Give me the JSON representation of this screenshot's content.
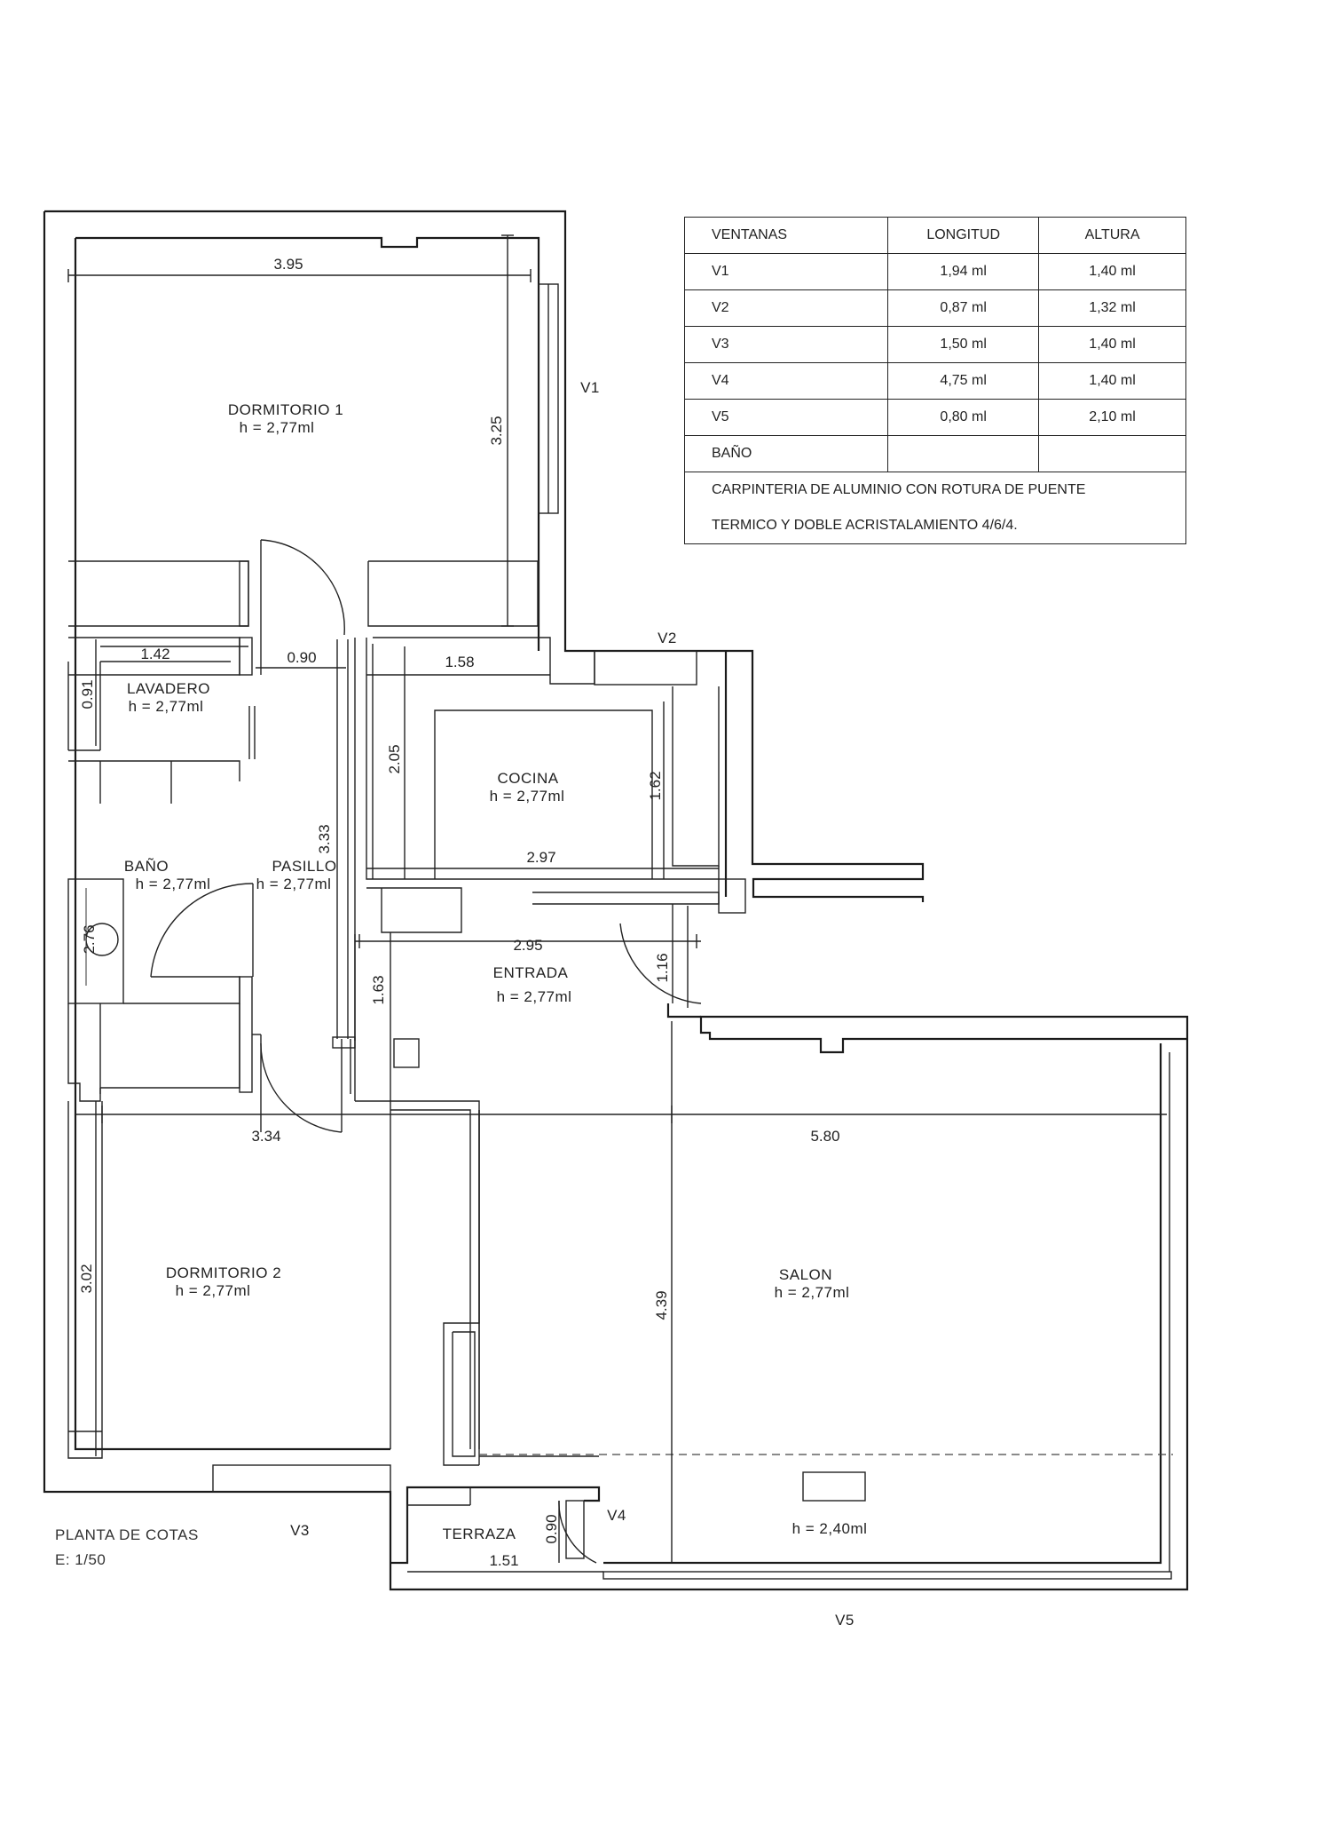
{
  "window_table": {
    "headers": [
      "VENTANAS",
      "LONGITUD",
      "ALTURA"
    ],
    "rows": [
      [
        "V1",
        "1,94 ml",
        "1,40 ml"
      ],
      [
        "V2",
        "0,87 ml",
        "1,32 ml"
      ],
      [
        "V3",
        "1,50 ml",
        "1,40 ml"
      ],
      [
        "V4",
        "4,75 ml",
        "1,40 ml"
      ],
      [
        "V5",
        "0,80 ml",
        "2,10 ml"
      ],
      [
        "BAÑO",
        "",
        ""
      ]
    ],
    "note_line_1": "CARPINTERIA DE ALUMINIO CON ROTURA DE PUENTE",
    "note_line_2": "TERMICO Y DOBLE ACRISTALAMIENTO 4/6/4."
  },
  "rooms": {
    "dormitorio1": {
      "name": "DORMITORIO 1",
      "height": "h = 2,77ml"
    },
    "lavadero": {
      "name": "LAVADERO",
      "height": "h = 2,77ml"
    },
    "bano": {
      "name": "BAÑO",
      "height": "h = 2,77ml"
    },
    "pasillo": {
      "name": "PASILLO",
      "height": "h = 2,77ml"
    },
    "cocina": {
      "name": "COCINA",
      "height": "h = 2,77ml"
    },
    "entrada": {
      "name": "ENTRADA",
      "height": "h = 2,77ml"
    },
    "dormitorio2": {
      "name": "DORMITORIO 2",
      "height": "h = 2,77ml"
    },
    "salon": {
      "name": "SALON",
      "height": "h = 2,77ml"
    },
    "terraza": {
      "name": "TERRAZA"
    },
    "salon_lower": {
      "height": "h = 2,40ml"
    }
  },
  "dimensions": {
    "d1_width": "3.95",
    "d1_depth": "3.25",
    "lav_width": "1.42",
    "corridor_width": "0.90",
    "lav_depth": "0.91",
    "kitchen_top": "1.58",
    "kitchen_left": "2.05",
    "kitchen_right": "1.62",
    "kitchen_bottom": "2.97",
    "pasillo_len": "3.33",
    "bano_depth": "2.76",
    "entrada_width": "2.95",
    "entrada_left": "1.63",
    "entrada_right": "1.16",
    "d2_width": "3.34",
    "salon_width": "5.80",
    "d2_depth": "3.02",
    "salon_depth": "4.39",
    "terraza_width": "1.51",
    "terraza_depth": "0.90"
  },
  "windows": {
    "v1": "V1",
    "v2": "V2",
    "v3": "V3",
    "v4": "V4",
    "v5": "V5"
  },
  "plan_title": {
    "line1": "PLANTA DE COTAS",
    "line2": "E: 1/50"
  }
}
